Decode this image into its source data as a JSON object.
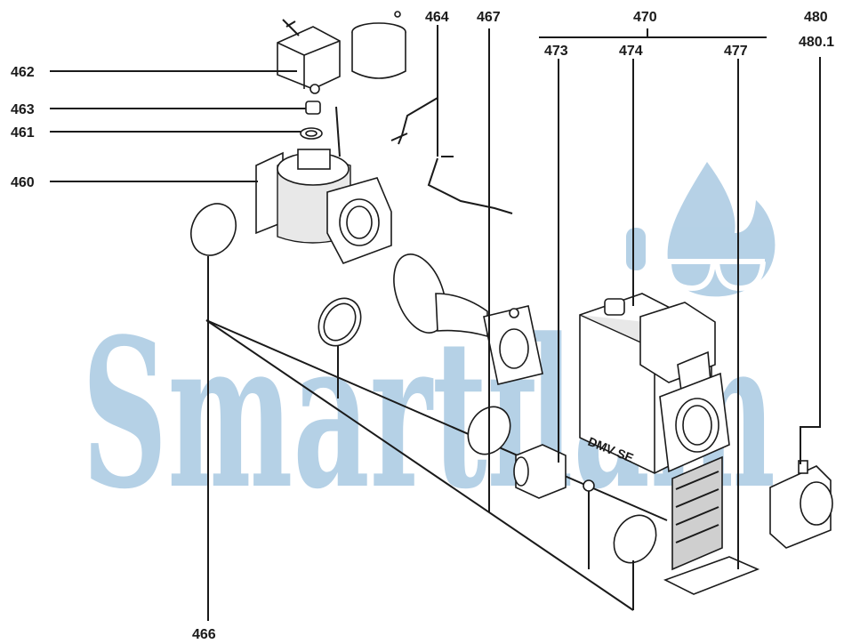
{
  "watermark": {
    "text": "Smartflam",
    "color": "#a9c9e2"
  },
  "labels": {
    "l460": "460",
    "l461": "461",
    "l462": "462",
    "l463": "463",
    "l464": "464",
    "l466": "466",
    "l467": "467",
    "l470": "470",
    "l473": "473",
    "l474": "474",
    "l477": "477",
    "l480": "480",
    "l4801": "480.1"
  },
  "component_text": {
    "dmv": "DMV SE"
  },
  "colors": {
    "line": "#1a1a1a",
    "watermark": "#a9c9e2",
    "background": "#ffffff"
  }
}
